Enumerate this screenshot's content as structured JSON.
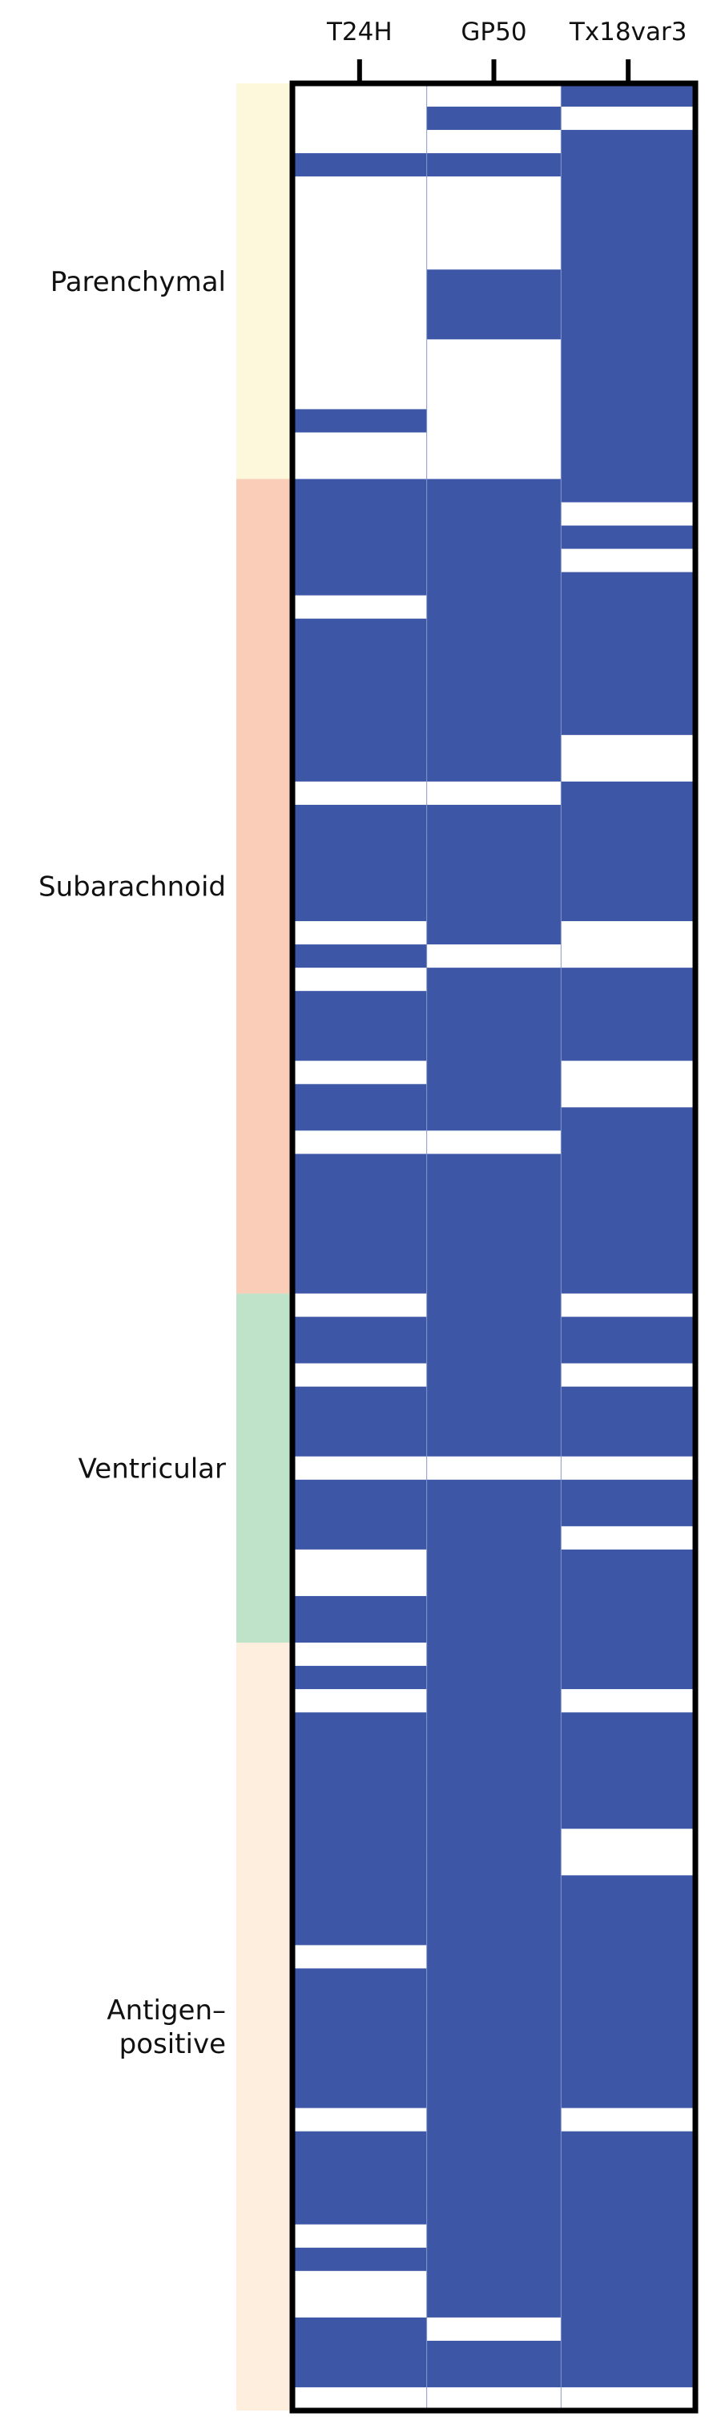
{
  "chart_data": {
    "type": "heatmap",
    "columns": [
      "T24H",
      "GP50",
      "Tx18var3"
    ],
    "colors": {
      "positive": "#3d57a6",
      "negative": "#ffffff",
      "border": "#000000"
    },
    "legend": "none",
    "grid": false,
    "groups": [
      {
        "label": "Parenchymal",
        "lines": [
          "Parenchymal"
        ],
        "start": 0,
        "end": 17,
        "color": "#fdf8dc"
      },
      {
        "label": "Subarachnoid",
        "lines": [
          "Subarachnoid"
        ],
        "start": 17,
        "end": 52,
        "color": "#f9cdb8"
      },
      {
        "label": "Ventricular",
        "lines": [
          "Ventricular"
        ],
        "start": 52,
        "end": 67,
        "color": "#bfe3c8"
      },
      {
        "label": "Antigen–positive",
        "lines": [
          "Antigen–",
          "positive"
        ],
        "start": 67,
        "end": 100,
        "color": "#fdeedd"
      }
    ],
    "matrix": [
      [
        0,
        0,
        1
      ],
      [
        0,
        1,
        0
      ],
      [
        0,
        0,
        1
      ],
      [
        1,
        1,
        1
      ],
      [
        0,
        0,
        1
      ],
      [
        0,
        0,
        1
      ],
      [
        0,
        0,
        1
      ],
      [
        0,
        0,
        1
      ],
      [
        0,
        1,
        1
      ],
      [
        0,
        1,
        1
      ],
      [
        0,
        1,
        1
      ],
      [
        0,
        0,
        1
      ],
      [
        0,
        0,
        1
      ],
      [
        0,
        0,
        1
      ],
      [
        1,
        0,
        1
      ],
      [
        0,
        0,
        1
      ],
      [
        0,
        0,
        1
      ],
      [
        1,
        1,
        1
      ],
      [
        1,
        1,
        0
      ],
      [
        1,
        1,
        1
      ],
      [
        1,
        1,
        0
      ],
      [
        1,
        1,
        1
      ],
      [
        0,
        1,
        1
      ],
      [
        1,
        1,
        1
      ],
      [
        1,
        1,
        1
      ],
      [
        1,
        1,
        1
      ],
      [
        1,
        1,
        1
      ],
      [
        1,
        1,
        1
      ],
      [
        1,
        1,
        0
      ],
      [
        1,
        1,
        0
      ],
      [
        0,
        0,
        1
      ],
      [
        1,
        1,
        1
      ],
      [
        1,
        1,
        1
      ],
      [
        1,
        1,
        1
      ],
      [
        1,
        1,
        1
      ],
      [
        1,
        1,
        1
      ],
      [
        0,
        1,
        0
      ],
      [
        1,
        0,
        0
      ],
      [
        0,
        1,
        1
      ],
      [
        1,
        1,
        1
      ],
      [
        1,
        1,
        1
      ],
      [
        1,
        1,
        1
      ],
      [
        0,
        1,
        0
      ],
      [
        1,
        1,
        0
      ],
      [
        1,
        1,
        1
      ],
      [
        0,
        0,
        1
      ],
      [
        1,
        1,
        1
      ],
      [
        1,
        1,
        1
      ],
      [
        1,
        1,
        1
      ],
      [
        1,
        1,
        1
      ],
      [
        1,
        1,
        1
      ],
      [
        1,
        1,
        1
      ],
      [
        0,
        1,
        0
      ],
      [
        1,
        1,
        1
      ],
      [
        1,
        1,
        1
      ],
      [
        0,
        1,
        0
      ],
      [
        1,
        1,
        1
      ],
      [
        1,
        1,
        1
      ],
      [
        1,
        1,
        1
      ],
      [
        0,
        0,
        0
      ],
      [
        1,
        1,
        1
      ],
      [
        1,
        1,
        1
      ],
      [
        1,
        1,
        0
      ],
      [
        0,
        1,
        1
      ],
      [
        0,
        1,
        1
      ],
      [
        1,
        1,
        1
      ],
      [
        1,
        1,
        1
      ],
      [
        0,
        1,
        1
      ],
      [
        1,
        1,
        1
      ],
      [
        0,
        1,
        0
      ],
      [
        1,
        1,
        1
      ],
      [
        1,
        1,
        1
      ],
      [
        1,
        1,
        1
      ],
      [
        1,
        1,
        1
      ],
      [
        1,
        1,
        1
      ],
      [
        1,
        1,
        0
      ],
      [
        1,
        1,
        0
      ],
      [
        1,
        1,
        1
      ],
      [
        1,
        1,
        1
      ],
      [
        1,
        1,
        1
      ],
      [
        0,
        1,
        1
      ],
      [
        1,
        1,
        1
      ],
      [
        1,
        1,
        1
      ],
      [
        1,
        1,
        1
      ],
      [
        1,
        1,
        1
      ],
      [
        1,
        1,
        1
      ],
      [
        1,
        1,
        1
      ],
      [
        0,
        1,
        0
      ],
      [
        1,
        1,
        1
      ],
      [
        1,
        1,
        1
      ],
      [
        1,
        1,
        1
      ],
      [
        1,
        1,
        1
      ],
      [
        0,
        1,
        1
      ],
      [
        1,
        1,
        1
      ],
      [
        0,
        1,
        1
      ],
      [
        0,
        1,
        1
      ],
      [
        1,
        0,
        1
      ],
      [
        1,
        1,
        1
      ],
      [
        1,
        1,
        1
      ],
      [
        0,
        0,
        0
      ]
    ]
  }
}
